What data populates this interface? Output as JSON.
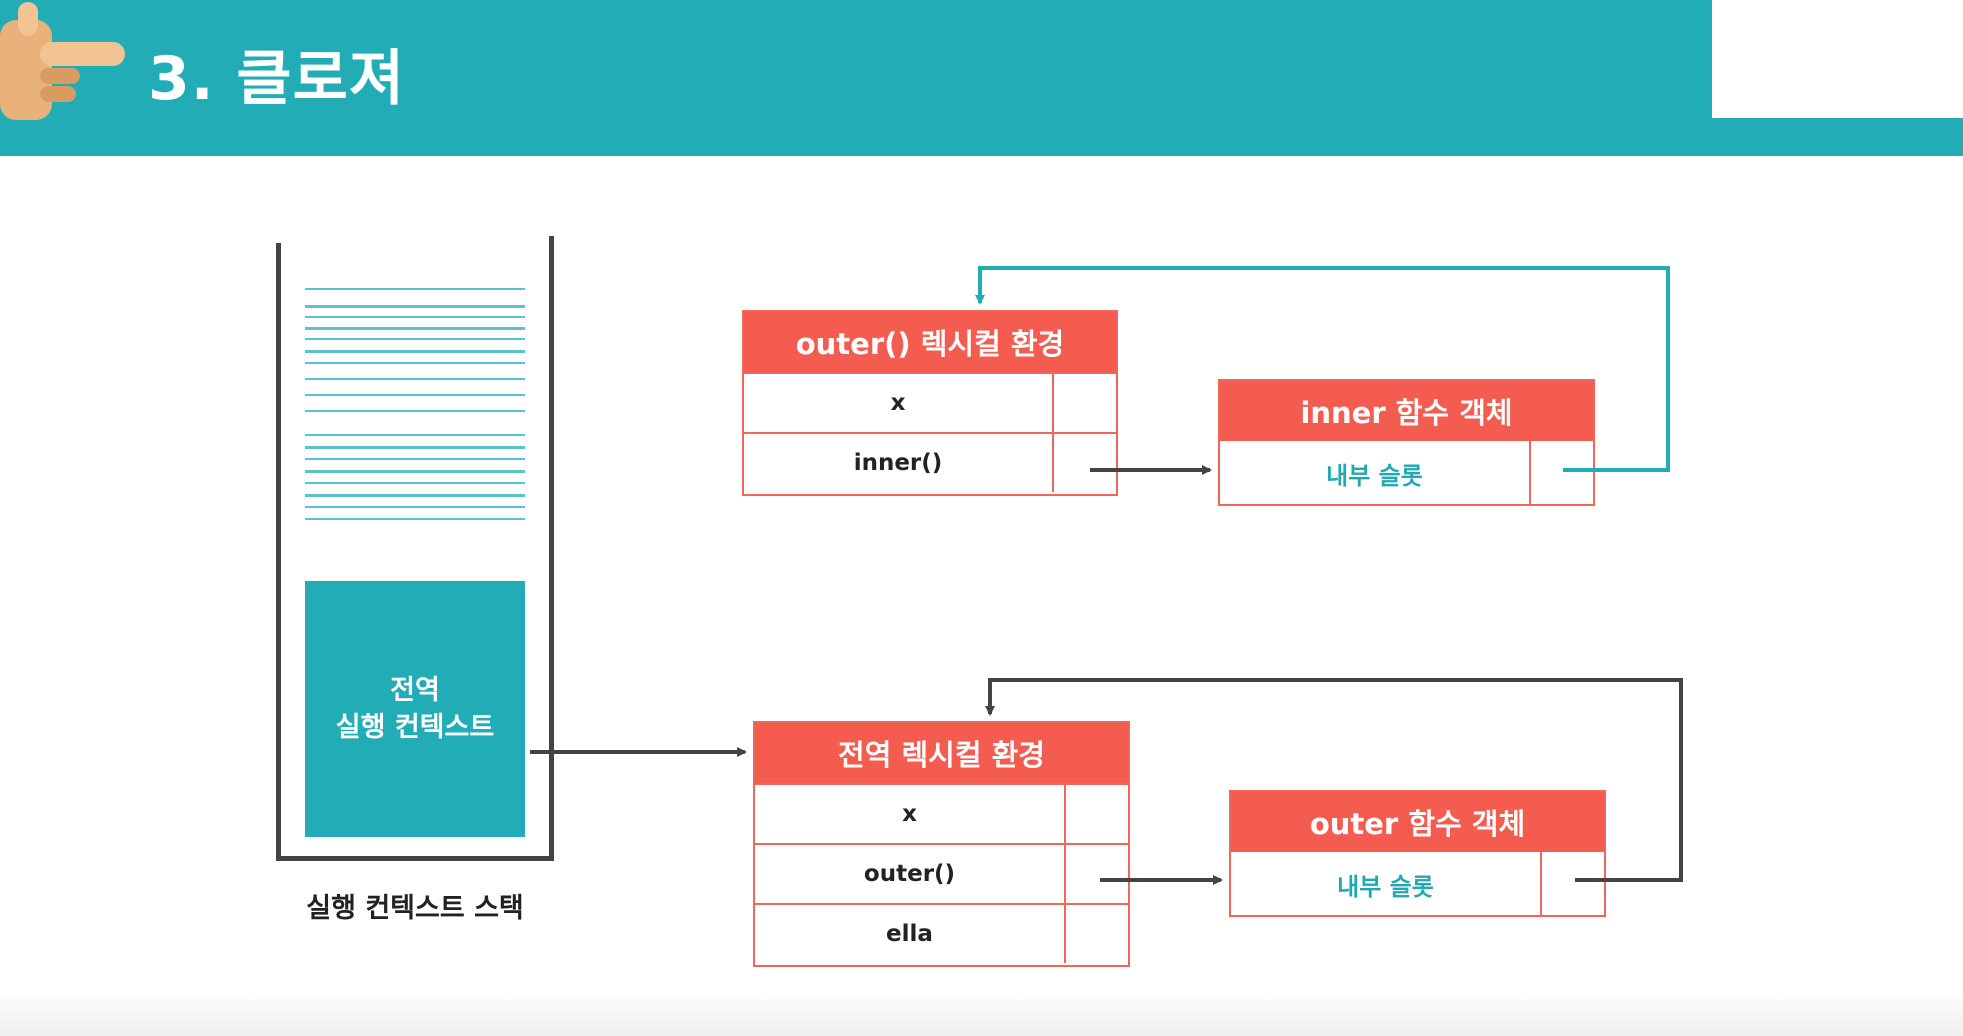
{
  "slide": {
    "title": "3. 클로져"
  },
  "stack": {
    "global_context": [
      "전역",
      "실행 컨텍스트"
    ],
    "caption": "실행 컨텍스트 스택"
  },
  "outer_lexical_env": {
    "title": "outer() 렉시컬 환경",
    "rows": [
      "x",
      "inner()"
    ]
  },
  "inner_function_object": {
    "title": "inner 함수 객체",
    "slot": "내부 슬롯"
  },
  "global_lexical_env": {
    "title": "전역 렉시컬 환경",
    "rows": [
      "x",
      "outer()",
      "ella"
    ]
  },
  "outer_function_object": {
    "title": "outer 함수 객체",
    "slot": "내부 슬롯"
  },
  "colors": {
    "header": "#21acb6",
    "box_header": "#f45c50",
    "box_border": "#f1665a",
    "slot_text": "#21a9b3",
    "arrow_dark": "#444444",
    "arrow_teal": "#21acb6"
  }
}
